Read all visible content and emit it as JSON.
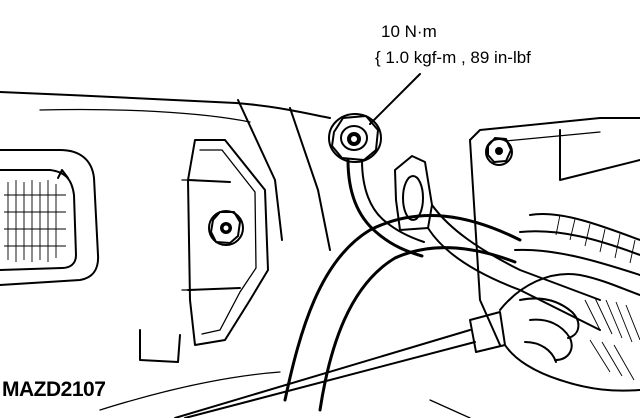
{
  "callout": {
    "torque_line_1": "10 N·m",
    "torque_line_2": "{ 1.0 kgf-m , 89 in-lbf"
  },
  "figure": {
    "code": "MAZD2107"
  }
}
